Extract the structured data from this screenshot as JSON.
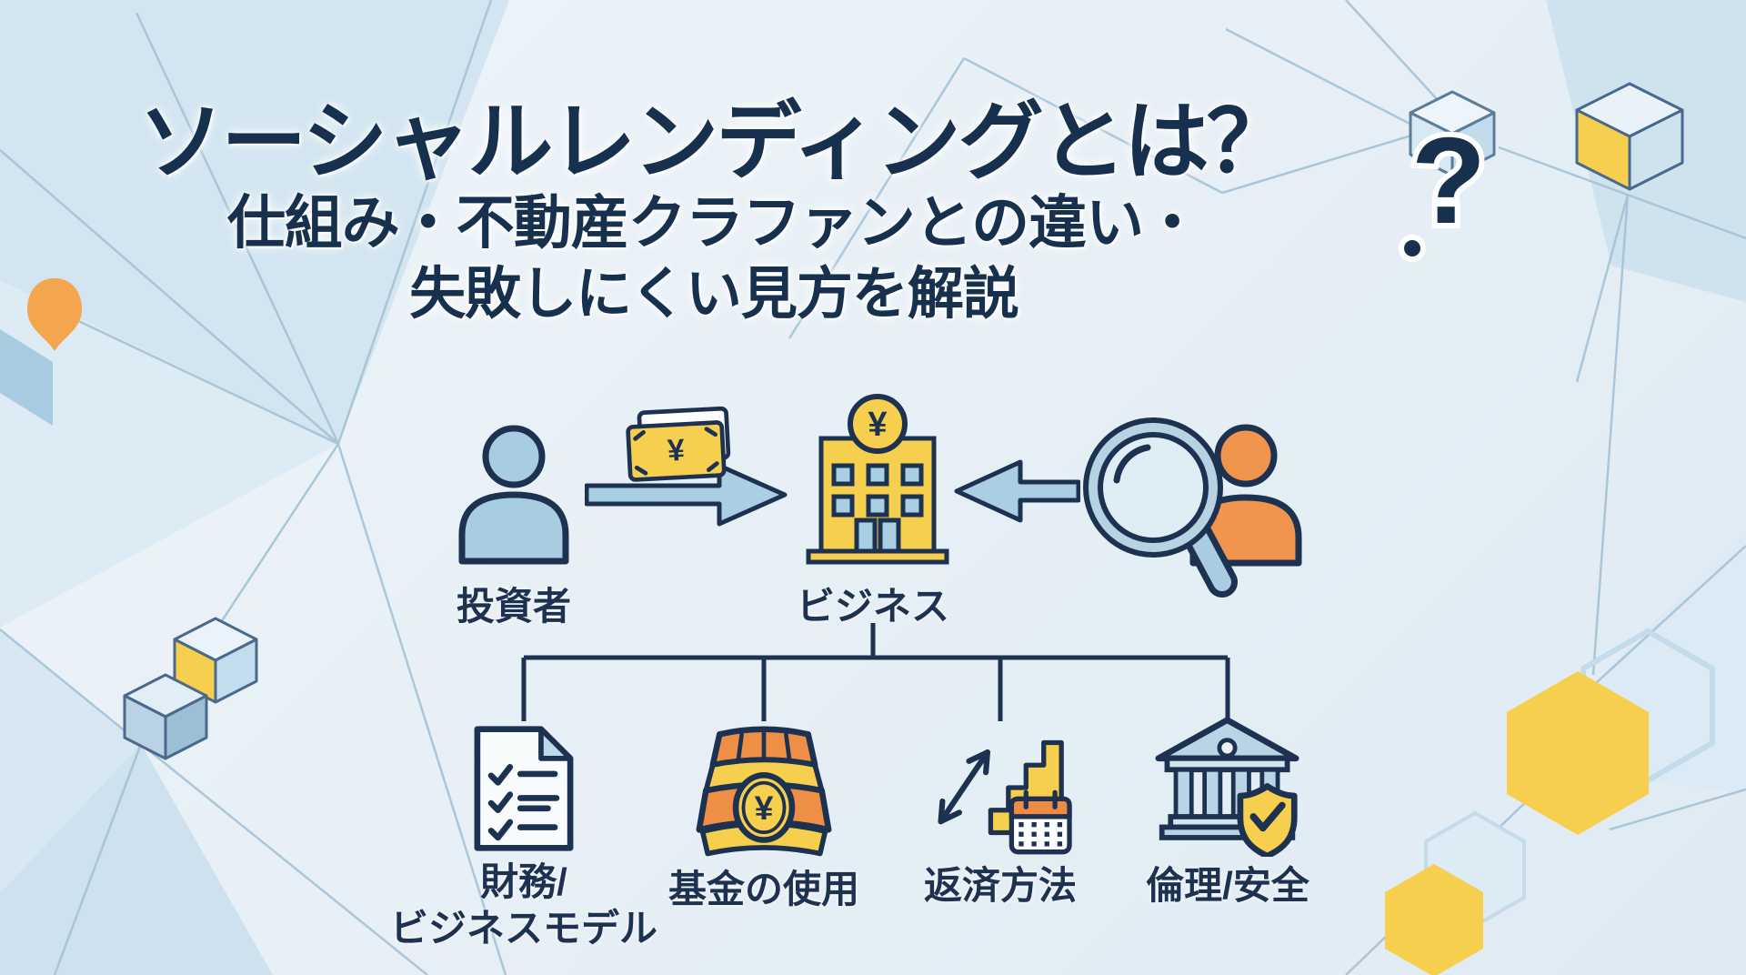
{
  "title": {
    "line1": "ソーシャルレンディングとは？",
    "line2": "仕組み・不動産クラファンとの違い・",
    "line3": "失敗しにくい見方を解説"
  },
  "flow": {
    "investor": {
      "label": "投資者",
      "icon": "person-investor-icon"
    },
    "business": {
      "label": "ビジネス",
      "icon": "building-yen-icon",
      "coin_symbol": "¥"
    },
    "money_bill": {
      "icon": "yen-banknote-icon",
      "symbol": "¥"
    },
    "lender_review": {
      "icon": "magnifier-person-icon"
    }
  },
  "evaluation_tree": {
    "items": [
      {
        "icon": "checklist-document-icon",
        "label_line1": "財務/",
        "label_line2": "ビジネスモデル"
      },
      {
        "icon": "treasure-chest-icon",
        "label": "基金の使用",
        "coin_symbol": "¥"
      },
      {
        "icon": "stairs-calendar-icon",
        "label": "返済方法"
      },
      {
        "icon": "bank-shield-icon",
        "label": "倫理/安全"
      }
    ]
  },
  "decor": {
    "question_mark": "?"
  },
  "colors": {
    "title_navy": "#16304d",
    "outline_navy": "#1d3150",
    "light_blue": "#a9cde0",
    "pale_blue": "#d2e5f0",
    "yellow": "#f6cf4e",
    "orange": "#ef8f45",
    "pin_orange": "#f4a64f",
    "mesh_line": "#a4c2d6",
    "background": "#e7f0f6",
    "paper_white": "#f8fbfc"
  }
}
